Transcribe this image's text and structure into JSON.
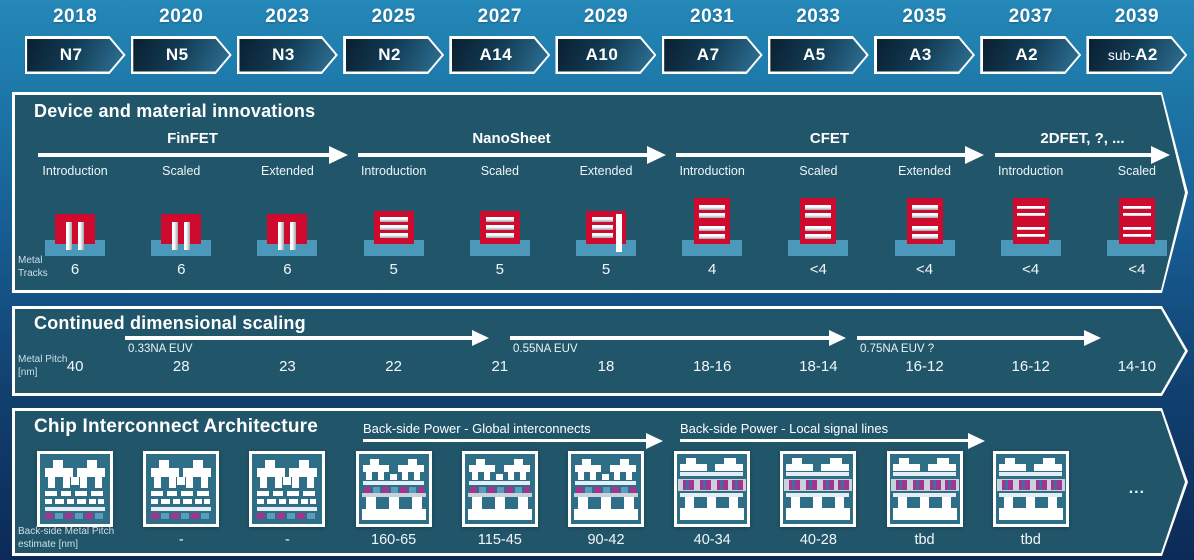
{
  "timeline": {
    "years": [
      "2018",
      "2020",
      "2023",
      "2025",
      "2027",
      "2029",
      "2031",
      "2033",
      "2035",
      "2037",
      "2039"
    ],
    "nodes": [
      {
        "label": "N7"
      },
      {
        "label": "N5"
      },
      {
        "label": "N3"
      },
      {
        "label": "N2"
      },
      {
        "label": "A14"
      },
      {
        "label": "A10"
      },
      {
        "label": "A7"
      },
      {
        "label": "A5"
      },
      {
        "label": "A3"
      },
      {
        "label": "A2"
      },
      {
        "prefix": "sub-",
        "label": "A2"
      }
    ]
  },
  "device_panel": {
    "title": "Device and material innovations",
    "technologies": [
      "FinFET",
      "NanoSheet",
      "CFET",
      "2DFET, ?, ..."
    ],
    "stages": [
      "Introduction",
      "Scaled",
      "Extended",
      "Introduction",
      "Scaled",
      "Extended",
      "Introduction",
      "Scaled",
      "Extended",
      "Introduction",
      "Scaled"
    ],
    "metal_tracks_label": {
      "line1": "Metal",
      "line2": "Tracks"
    },
    "metal_tracks": [
      "6",
      "6",
      "6",
      "5",
      "5",
      "5",
      "4",
      "<4",
      "<4",
      "<4",
      "<4"
    ]
  },
  "scaling_panel": {
    "title": "Continued dimensional scaling",
    "litho_labels": [
      "0.33NA EUV",
      "0.55NA EUV",
      "0.75NA EUV ?"
    ],
    "metal_pitch_label": {
      "line1": "Metal Pitch",
      "line2": "[nm]"
    },
    "metal_pitch": [
      "40",
      "28",
      "23",
      "22",
      "21",
      "18",
      "18-16",
      "18-14",
      "16-12",
      "16-12",
      "14-10"
    ]
  },
  "interconnect_panel": {
    "title": "Chip Interconnect Architecture",
    "arrow_labels": [
      "Back-side Power - Global interconnects",
      "Back-side Power - Local signal lines"
    ],
    "backside_label": {
      "line1": "Back-side Metal Pitch",
      "line2": "estimate [nm]"
    },
    "backside_pitch": [
      "",
      "-",
      "-",
      "160-65",
      "115-45",
      "90-42",
      "40-34",
      "40-28",
      "tbd",
      "tbd",
      ""
    ],
    "ellipsis": "..."
  },
  "colors": {
    "background_top": "#2488b8",
    "background_bottom": "#0c2a57",
    "panel_fill": "#21566a",
    "device_red": "#ce0a2e",
    "substrate_blue": "#4c98bb",
    "via_purple": "#a73390",
    "accent_white": "#ffffff"
  }
}
